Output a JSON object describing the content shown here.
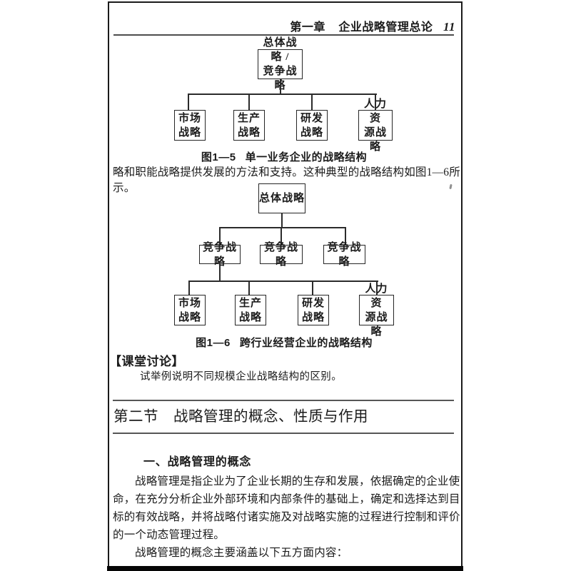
{
  "colors": {
    "ink": "#1b1b1b",
    "line": "#2b2b2b"
  },
  "header": {
    "chapter": "第一章",
    "title": "企业战略管理总论",
    "page_number": "11"
  },
  "figure1": {
    "root": "总体战略 /\n竞争战略",
    "leaves": [
      "市场\n战略",
      "生产\n战略",
      "研发\n战略",
      "人力资\n源战略"
    ],
    "caption_num": "图1—5",
    "caption_title": "单一业务企业的战略结构"
  },
  "intro_line": "略和职能战略提供发展的方法和支持。这种典型的战略结构如图1—6所示。",
  "figure2": {
    "root": "总体战略",
    "mid": [
      "竞争战略",
      "竞争战略",
      "竞争战略"
    ],
    "leaves": [
      "市场\n战略",
      "生产\n战略",
      "研发\n战略",
      "人力资\n源战略"
    ],
    "caption_num": "图1—6",
    "caption_title": "跨行业经营企业的战略结构"
  },
  "discussion": {
    "header": "【课堂讨论】",
    "prompt": "试举例说明不同规模企业战略结构的区别。"
  },
  "section": {
    "number": "第二节",
    "title": "战略管理的概念、性质与作用"
  },
  "subsection": {
    "title": "一、战略管理的概念"
  },
  "paragraph": {
    "lines": [
      "战略管理是指企业为了企业长期的生存和发展，依据确定的企业使",
      "命，在充分分析企业外部环境和内部条件的基础上，确定和选择达到目",
      "标的有效战略，并将战略付诸实施及对战略实施的过程进行控制和评价",
      "的一个动态管理过程。",
      "战略管理的概念主要涵盖以下五方面内容："
    ]
  }
}
